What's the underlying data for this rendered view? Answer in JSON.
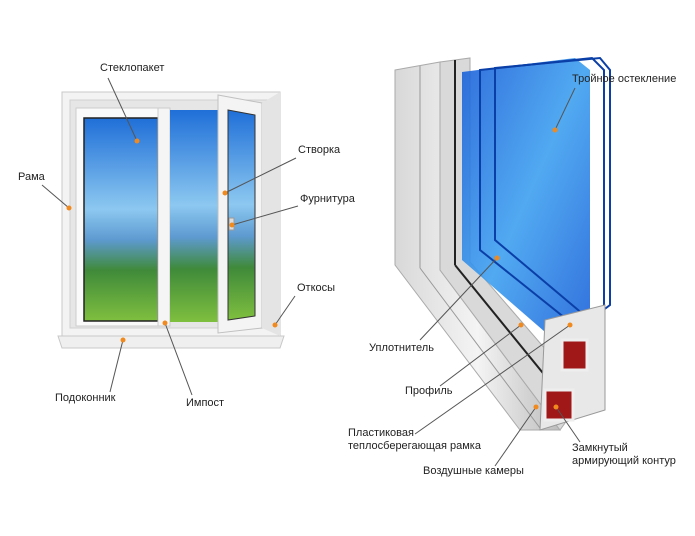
{
  "colors": {
    "dot": "#f08a1e",
    "line": "#555555",
    "glass": "#2e7fe0",
    "frame": "#f2f2f2",
    "reinforcement": "#a01818"
  },
  "window_labels": {
    "glass_unit": "Стеклопакет",
    "frame": "Рама",
    "sash": "Створка",
    "hardware": "Фурнитура",
    "slopes": "Откосы",
    "sill": "Подоконник",
    "mullion": "Импост"
  },
  "profile_labels": {
    "triple_glazing": "Тройное остекление",
    "seal": "Уплотнитель",
    "profile": "Профиль",
    "spacer_line1": "Пластиковая",
    "spacer_line2": "теплосберегающая рамка",
    "air_chambers": "Воздушные камеры",
    "reinforcement_line1": "Замкнутый",
    "reinforcement_line2": "армирующий контур"
  }
}
